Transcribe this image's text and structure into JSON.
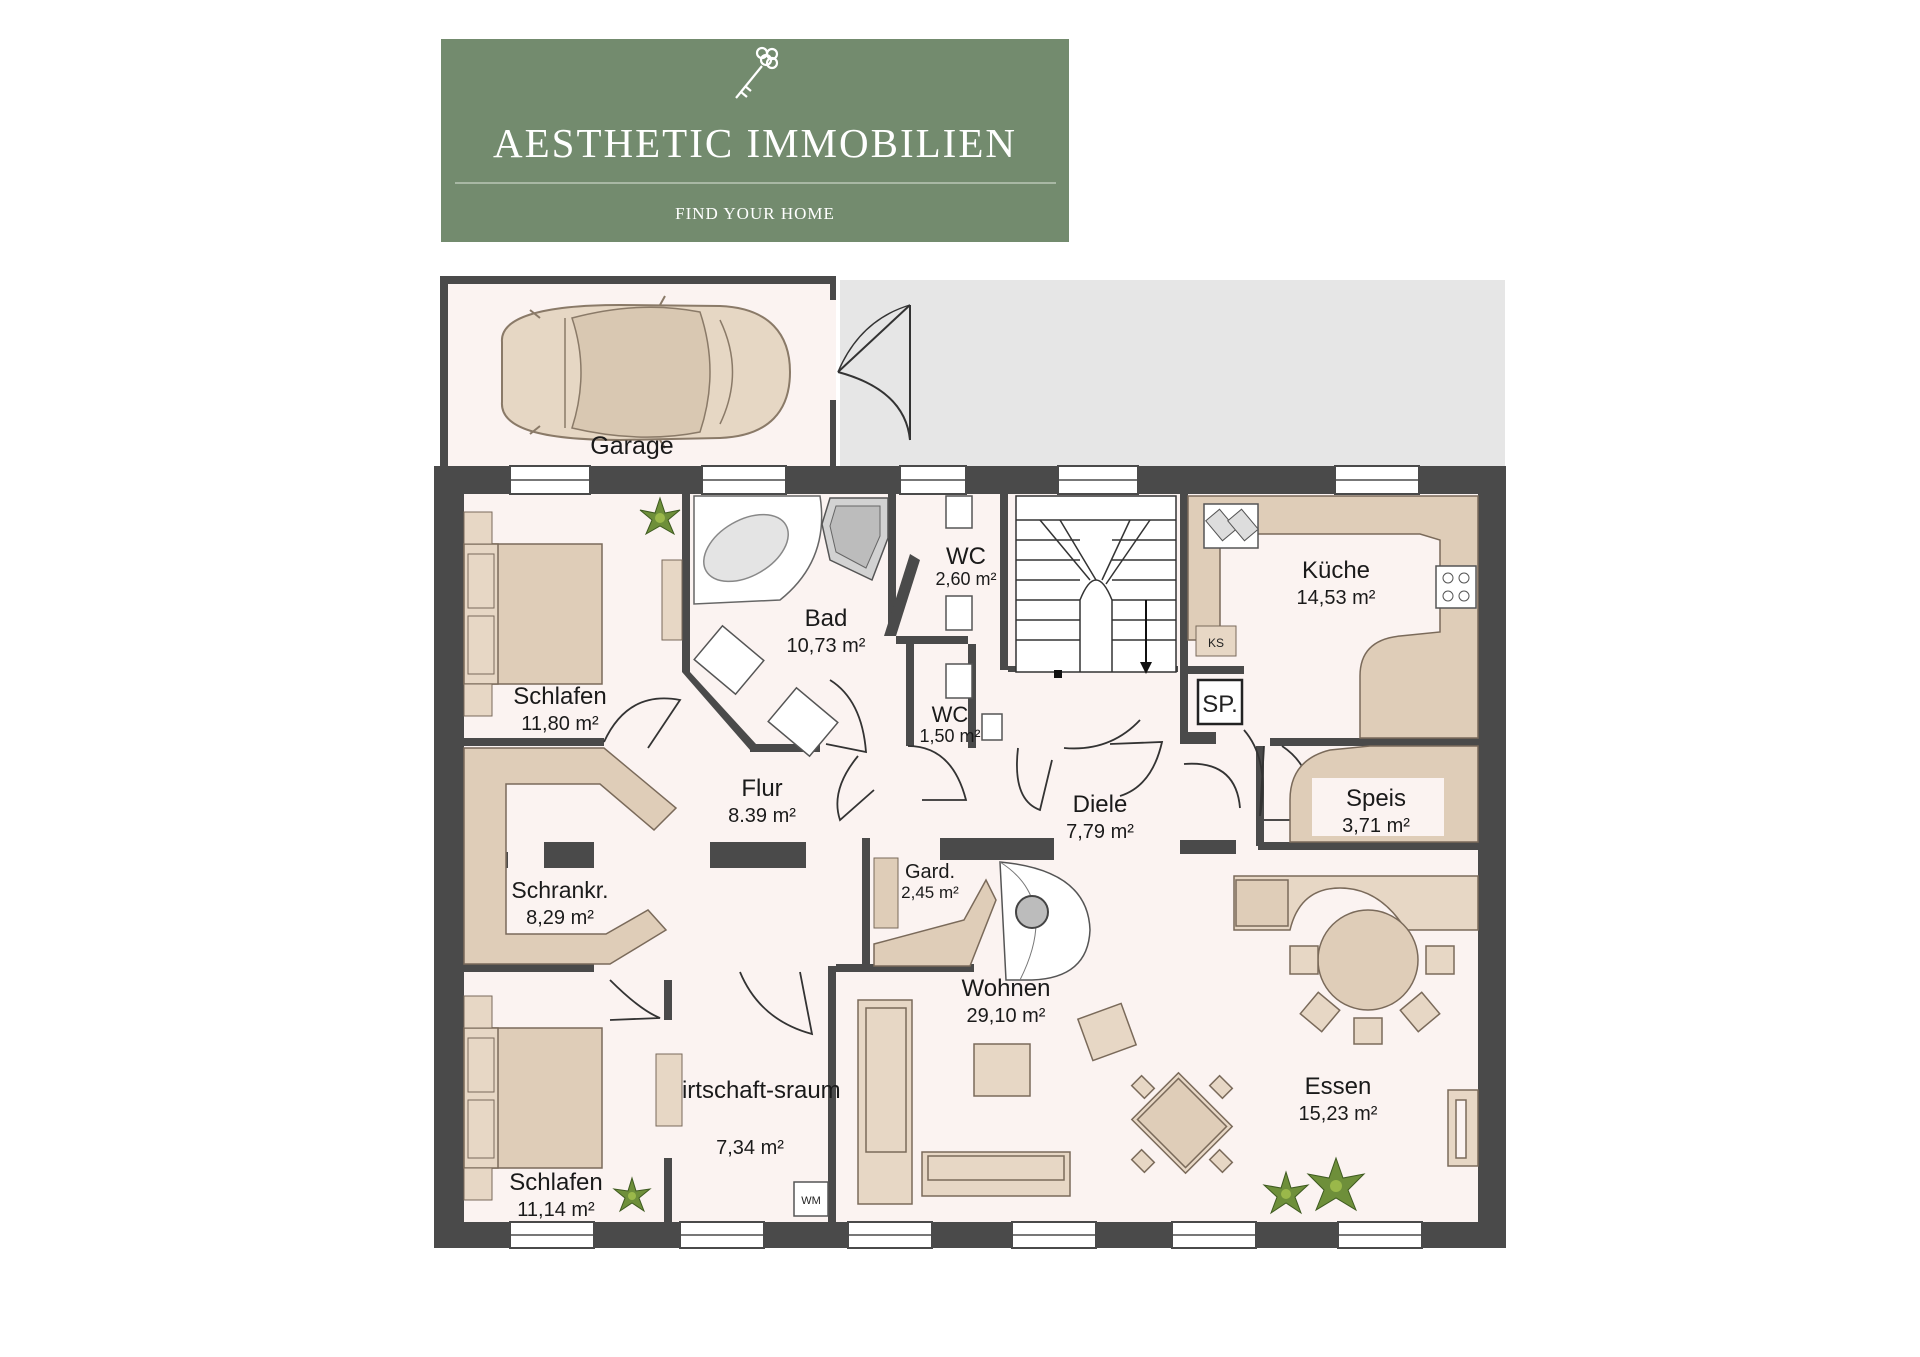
{
  "brand": {
    "name": "AESTHETIC IMMOBILIEN",
    "tagline": "FIND YOUR HOME",
    "color": "#738b6e"
  },
  "colors": {
    "wall": "#4a4a4a",
    "floor": "#fbf3f1",
    "furniture": "#dfcdb8",
    "furniture_stroke": "#7a6a5a",
    "terrace": "#e6e6e6"
  },
  "rooms": [
    {
      "key": "garage",
      "name": "Garage",
      "area": ""
    },
    {
      "key": "schlafen1",
      "name": "Schlafen",
      "area": "11,80 m²"
    },
    {
      "key": "bad",
      "name": "Bad",
      "area": "10,73 m²"
    },
    {
      "key": "wc1",
      "name": "WC",
      "area": "2,60 m²"
    },
    {
      "key": "wc2",
      "name": "WC",
      "area": "1,50 m²"
    },
    {
      "key": "kueche",
      "name": "Küche",
      "area": "14,53 m²"
    },
    {
      "key": "flur",
      "name": "Flur",
      "area": "8.39 m²"
    },
    {
      "key": "diele",
      "name": "Diele",
      "area": "7,79 m²"
    },
    {
      "key": "speis",
      "name": "Speis",
      "area": "3,71 m²"
    },
    {
      "key": "schrankr",
      "name": "Schrankr.",
      "area": "8,29 m²"
    },
    {
      "key": "gard",
      "name": "Gard.",
      "area": "2,45 m²"
    },
    {
      "key": "wohnen",
      "name": "Wohnen",
      "area": "29,10 m²"
    },
    {
      "key": "essen",
      "name": "Essen",
      "area": "15,23 m²"
    },
    {
      "key": "wirtschaft",
      "name": "Wirtschaft-sraum",
      "area": "7,34 m²"
    },
    {
      "key": "schlafen2",
      "name": "Schlafen",
      "area": "11,14 m²"
    }
  ],
  "appliances": {
    "ks": "KS",
    "sp": "SP.",
    "wm": "WM"
  },
  "icons": [
    "key-icon",
    "car-icon",
    "plant-icon",
    "bathtub-icon",
    "stove-icon",
    "sink-icon",
    "toilet-icon",
    "stair-arrow-icon"
  ]
}
